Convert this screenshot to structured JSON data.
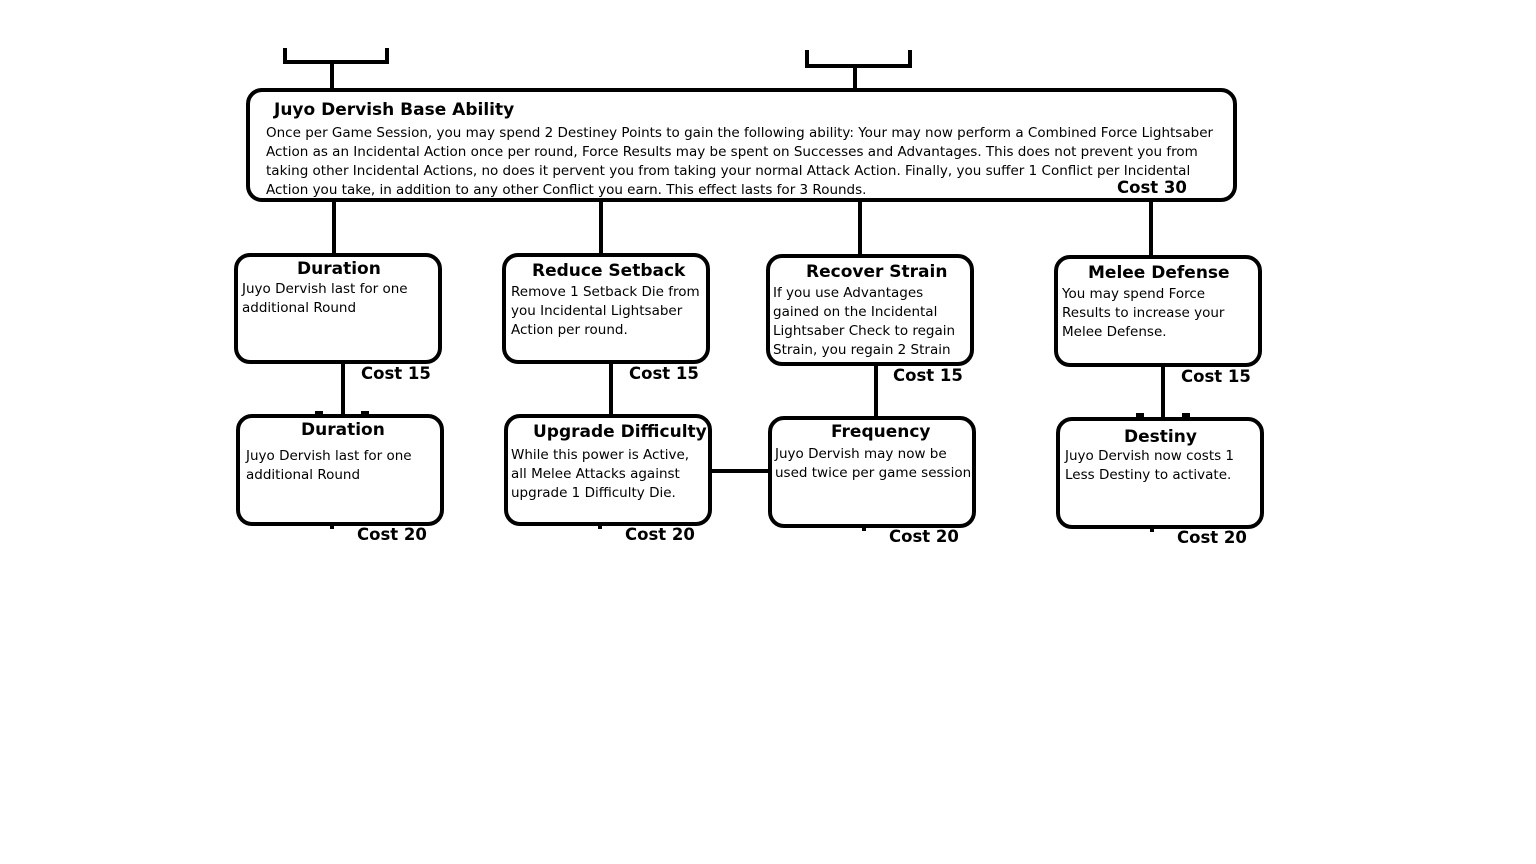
{
  "base": {
    "title": "Juyo Dervish Base Ability",
    "description": "Once per Game Session, you may spend 2 Destiney Points to gain the following ability: Your may now perform a Combined Force Lightsaber Action as an Incidental Action once per round, Force Results may be spent on Successes and Advantages. This does not prevent you from taking other Incidental Actions, no does it pervent you from taking your normal Attack Action.  Finally, you suffer 1 Conflict per Incidental Action you take, in addition to any other Conflict you earn.  This effect lasts for 3 Rounds.",
    "cost": "Cost 30"
  },
  "tier1": [
    {
      "title": "Duration",
      "description": "Juyo Dervish last for one additional Round",
      "cost": "Cost 15"
    },
    {
      "title": "Reduce Setback",
      "description": "Remove 1 Setback Die from you Incidental Lightsaber Action per round.",
      "cost": "Cost 15"
    },
    {
      "title": "Recover Strain",
      "description": "If you use Advantages gained on the Incidental Lightsaber Check to regain Strain, you regain 2 Strain",
      "cost": "Cost 15"
    },
    {
      "title": "Melee Defense",
      "description": "You may spend Force Results to increase your Melee Defense.",
      "cost": "Cost 15"
    }
  ],
  "tier2": [
    {
      "title": "Duration",
      "description": "Juyo Dervish last for one additional Round",
      "cost": "Cost 20"
    },
    {
      "title": "Upgrade Difficulty",
      "description": "While this power is Active, all Melee Attacks against upgrade 1 Difficulty Die.",
      "cost": "Cost 20"
    },
    {
      "title": "Frequency",
      "description": "Juyo Dervish may now be used twice per game session",
      "cost": "Cost 20"
    },
    {
      "title": "Destiny",
      "description": "Juyo Dervish now costs 1 Less Destiny to activate.",
      "cost": "Cost 20"
    }
  ]
}
